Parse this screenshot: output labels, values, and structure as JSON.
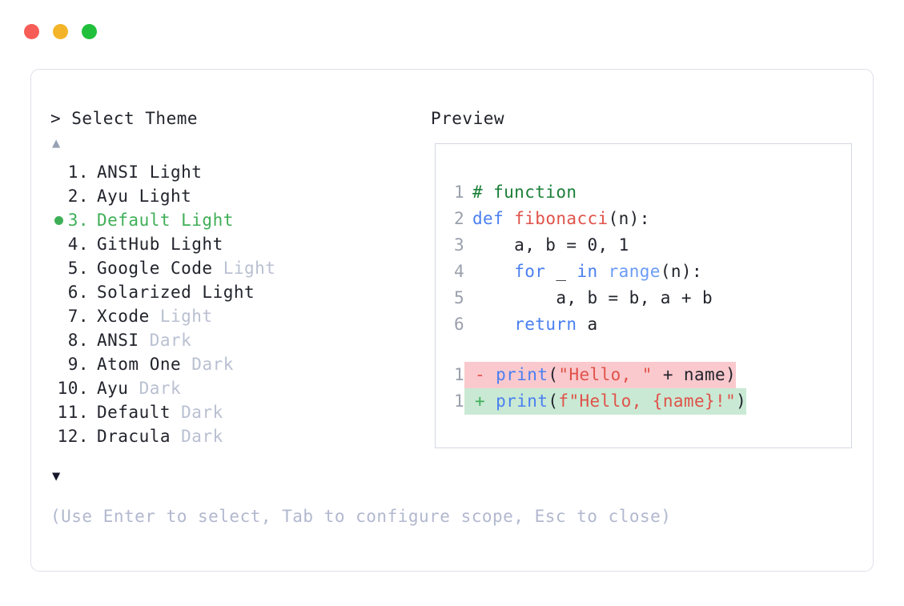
{
  "titlebar": {
    "buttons": [
      {
        "name": "close-button",
        "color": "#f75d56"
      },
      {
        "name": "minimize-button",
        "color": "#f4b429"
      },
      {
        "name": "maximize-button",
        "color": "#21c03c"
      }
    ]
  },
  "left": {
    "prompt": "> Select Theme",
    "scroll_up": "▲",
    "scroll_down": "▼",
    "hint": "(Use Enter to select, Tab to configure scope, Esc to close)",
    "themes": [
      {
        "num": "1.",
        "name": "ANSI Light",
        "suffix": "",
        "suffix_muted": false,
        "selected": false
      },
      {
        "num": "2.",
        "name": "Ayu Light",
        "suffix": "",
        "suffix_muted": false,
        "selected": false
      },
      {
        "num": "3.",
        "name": "Default Light",
        "suffix": "",
        "suffix_muted": false,
        "selected": true
      },
      {
        "num": "4.",
        "name": "GitHub Light",
        "suffix": "",
        "suffix_muted": false,
        "selected": false
      },
      {
        "num": "5.",
        "name": "Google Code ",
        "suffix": "Light",
        "suffix_muted": true,
        "selected": false
      },
      {
        "num": "6.",
        "name": "Solarized Light",
        "suffix": "",
        "suffix_muted": false,
        "selected": false
      },
      {
        "num": "7.",
        "name": "Xcode ",
        "suffix": "Light",
        "suffix_muted": true,
        "selected": false
      },
      {
        "num": "8.",
        "name": "ANSI ",
        "suffix": "Dark",
        "suffix_muted": true,
        "selected": false
      },
      {
        "num": "9.",
        "name": "Atom One ",
        "suffix": "Dark",
        "suffix_muted": true,
        "selected": false
      },
      {
        "num": "10.",
        "name": "Ayu ",
        "suffix": "Dark",
        "suffix_muted": true,
        "selected": false
      },
      {
        "num": "11.",
        "name": "Default ",
        "suffix": "Dark",
        "suffix_muted": true,
        "selected": false
      },
      {
        "num": "12.",
        "name": "Dracula ",
        "suffix": "Dark",
        "suffix_muted": true,
        "selected": false
      }
    ]
  },
  "right": {
    "title": "Preview",
    "code_lines": [
      {
        "n": "1",
        "tokens": [
          {
            "t": "# function",
            "c": "tok-comment"
          }
        ]
      },
      {
        "n": "2",
        "tokens": [
          {
            "t": "def ",
            "c": "tok-kw"
          },
          {
            "t": "fibonacci",
            "c": "tok-fn"
          },
          {
            "t": "(n):",
            "c": "tok-punc"
          }
        ]
      },
      {
        "n": "3",
        "tokens": [
          {
            "t": "    a, b = 0, 1",
            "c": "tok-plain"
          }
        ]
      },
      {
        "n": "4",
        "tokens": [
          {
            "t": "    ",
            "c": "tok-plain"
          },
          {
            "t": "for",
            "c": "tok-kw"
          },
          {
            "t": " _ ",
            "c": "tok-plain"
          },
          {
            "t": "in",
            "c": "tok-kw"
          },
          {
            "t": " ",
            "c": "tok-plain"
          },
          {
            "t": "range",
            "c": "tok-builtin"
          },
          {
            "t": "(n):",
            "c": "tok-punc"
          }
        ]
      },
      {
        "n": "5",
        "tokens": [
          {
            "t": "        a, b = b, a + b",
            "c": "tok-plain"
          }
        ]
      },
      {
        "n": "6",
        "tokens": [
          {
            "t": "    ",
            "c": "tok-plain"
          },
          {
            "t": "return",
            "c": "tok-kw"
          },
          {
            "t": " a",
            "c": "tok-plain"
          }
        ]
      }
    ],
    "diff_lines": [
      {
        "kind": "del",
        "n": "1",
        "sign": "-",
        "tokens": [
          {
            "t": "print",
            "c": "tok-kw"
          },
          {
            "t": "(",
            "c": "tok-punc"
          },
          {
            "t": "\"Hello, \"",
            "c": "tok-str"
          },
          {
            "t": " + name)",
            "c": "tok-plain"
          }
        ]
      },
      {
        "kind": "add",
        "n": "1",
        "sign": "+",
        "tokens": [
          {
            "t": "print",
            "c": "tok-kw"
          },
          {
            "t": "(",
            "c": "tok-punc"
          },
          {
            "t": "f\"Hello, {name}!\"",
            "c": "tok-str"
          },
          {
            "t": ")",
            "c": "tok-punc"
          }
        ]
      }
    ]
  },
  "colors": {
    "accent_green": "#3faf57",
    "muted": "#b9c0d1",
    "hint": "#b2b8cf",
    "diff_del_bg": "#fac9cd",
    "diff_add_bg": "#c9e9d4",
    "border": "#dfe1e8"
  }
}
